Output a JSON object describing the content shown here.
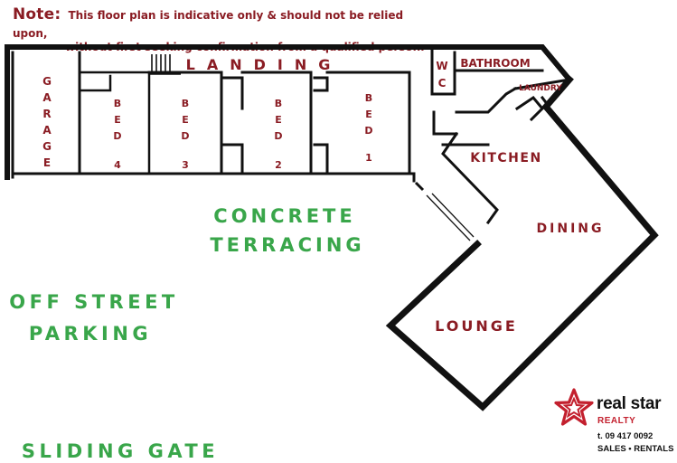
{
  "note": {
    "label": "Note:",
    "line1": "This floor plan is indicative only & should not be relied upon,",
    "line2": "without first seeking confirmation from a qualified person."
  },
  "rooms": {
    "garage": "GARAGE",
    "landing": "LANDING",
    "bed_label": "BED",
    "bed4": "4",
    "bed3": "3",
    "bed2": "2",
    "bed1": "1",
    "wc": "WC",
    "bathroom": "BATHROOM",
    "laundry": "LAUNDRY",
    "kitchen": "KITCHEN",
    "dining": "DINING",
    "lounge": "LOUNGE"
  },
  "outside": {
    "concrete": "CONCRETE",
    "terracing": "TERRACING",
    "off_street": "OFF STREET",
    "parking": "PARKING",
    "sliding_gate": "SLIDING GATE"
  },
  "logo": {
    "word": "real star",
    "sub": "REALTY",
    "phone": "t. 09 417 0092",
    "tagline": "SALES • RENTALS"
  },
  "colors": {
    "room_text": "#8a1c23",
    "outdoor_text": "#39a64a",
    "logo_star": "#c3202e",
    "walls": "#111111"
  }
}
